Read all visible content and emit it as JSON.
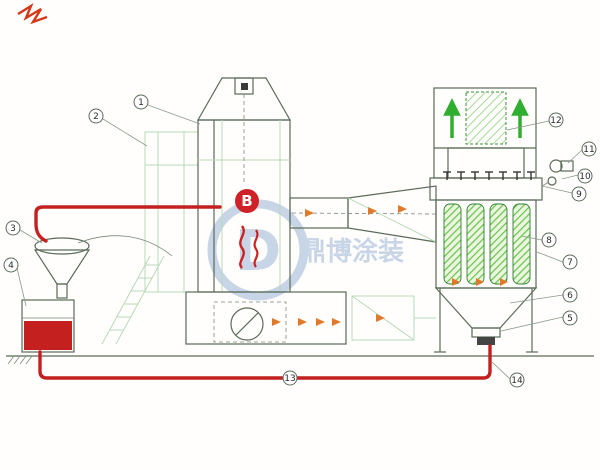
{
  "diagram": {
    "boiler_logo": "B",
    "watermark": {
      "logo_letter": "D",
      "text": "鼎博涂装"
    },
    "colors": {
      "pipe_red": "#c42020",
      "filter_green": "#69c24a",
      "logo_red": "#cf2128",
      "watermark_blue": "#4a7ab5",
      "arrow_orange": "#e0792a"
    },
    "callouts": [
      {
        "label": "1"
      },
      {
        "label": "2"
      },
      {
        "label": "3"
      },
      {
        "label": "4"
      },
      {
        "label": "5"
      },
      {
        "label": "6"
      },
      {
        "label": "7"
      },
      {
        "label": "8"
      },
      {
        "label": "9"
      },
      {
        "label": "10"
      },
      {
        "label": "11"
      },
      {
        "label": "12"
      },
      {
        "label": "13"
      },
      {
        "label": "14"
      }
    ]
  }
}
